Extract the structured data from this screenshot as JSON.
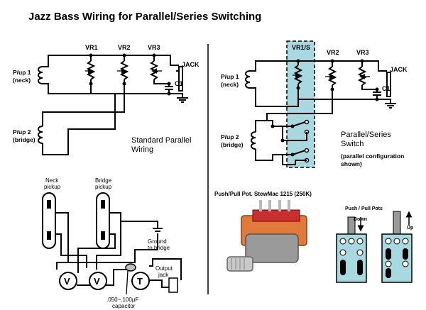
{
  "title": "Jazz Bass Wiring for Parallel/Series Switching",
  "left": {
    "vr1": "VR1",
    "vr2": "VR2",
    "vr3": "VR3",
    "jack": "JACK",
    "c1": "C1",
    "pup1_line1": "P/up 1",
    "pup1_line2": "(neck)",
    "pup2_line1": "P/up 2",
    "pup2_line2": "(bridge)",
    "caption_line1": "Standard Parallel",
    "caption_line2": "Wiring"
  },
  "right": {
    "vr1s": "VR1/S",
    "vr2": "VR2",
    "vr3": "VR3",
    "jack": "JACK",
    "c1": "C1",
    "pup1_line1": "P/up 1",
    "pup1_line2": "(neck)",
    "pup2_line1": "P/up 2",
    "pup2_line2": "(bridge)",
    "caption_line1": "Parallel/Series",
    "caption_line2": "Switch",
    "note_line1": "(parallel configuration",
    "note_line2": "shown)",
    "switch_color": "#a8d8e0"
  },
  "bottom_left": {
    "neck_line1": "Neck",
    "neck_line2": "pickup",
    "bridge_line1": "Bridge",
    "bridge_line2": "pickup",
    "ground_line1": "Ground",
    "ground_line2": "to bridge",
    "output_line1": "Output",
    "output_line2": "jack",
    "cap_line1": ".050~.100µF",
    "cap_line2": "capacitor",
    "pot_v": "V",
    "pot_t": "T"
  },
  "bottom_right": {
    "pot_label": "Push/Pull Pot.   StewMac 1215 (250K)",
    "pots_title": "Push / Pull Pots",
    "down": "Down",
    "up": "Up"
  }
}
